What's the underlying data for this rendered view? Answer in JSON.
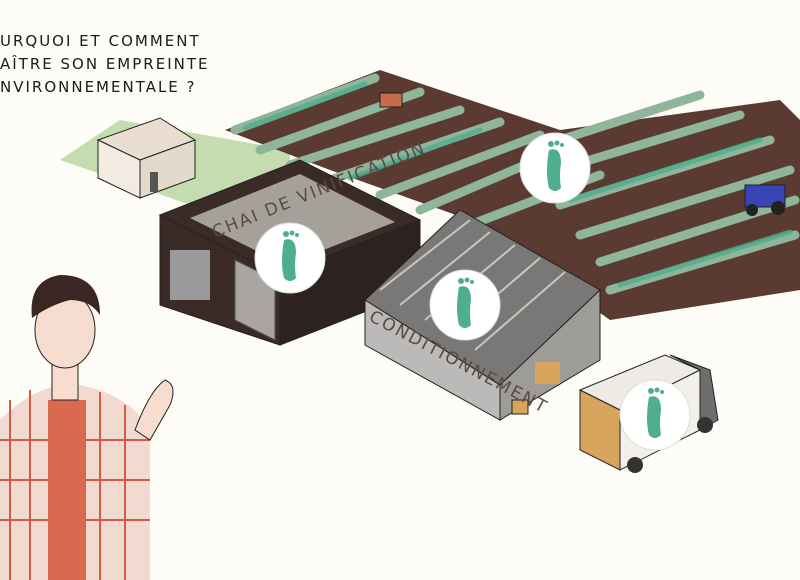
{
  "title_lines": [
    "URQUOI ET COMMENT",
    "AÎTRE SON EMPREINTE",
    "NVIRONNEMENTALE ?"
  ],
  "buildings": {
    "winery_label": "CHAI DE VINIFICATION",
    "packaging_label": "CONDITIONNEMENT"
  },
  "colors": {
    "footprint": "#4fae8f",
    "soil": "#5b3b31",
    "vine": "#8fb59a",
    "lawn": "#c4dcb0"
  }
}
